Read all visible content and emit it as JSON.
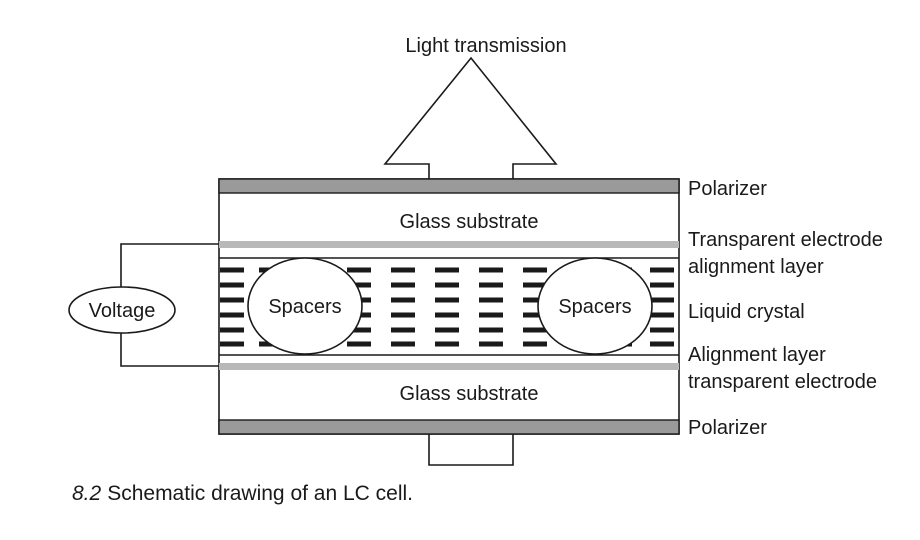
{
  "diagram": {
    "top_label": "Light transmission",
    "voltage_label": "Voltage",
    "glass_top": "Glass substrate",
    "glass_bottom": "Glass substrate",
    "spacer_left": "Spacers",
    "spacer_right": "Spacers",
    "right_labels": {
      "polarizer_top": "Polarizer",
      "electrode_top_line1": "Transparent electrode",
      "electrode_top_line2": "alignment layer",
      "liquid_crystal": "Liquid crystal",
      "alignment_bottom_line1": "Alignment layer",
      "alignment_bottom_line2": "transparent electrode",
      "polarizer_bottom": "Polarizer"
    },
    "colors": {
      "polarizer": "#9a9a9a",
      "electrode": "#b8b8b8",
      "line": "#1a1a1a",
      "lc_molecule": "#1a1a1a"
    }
  },
  "caption": {
    "number": "8.2",
    "text": "Schematic drawing of an LC cell."
  }
}
